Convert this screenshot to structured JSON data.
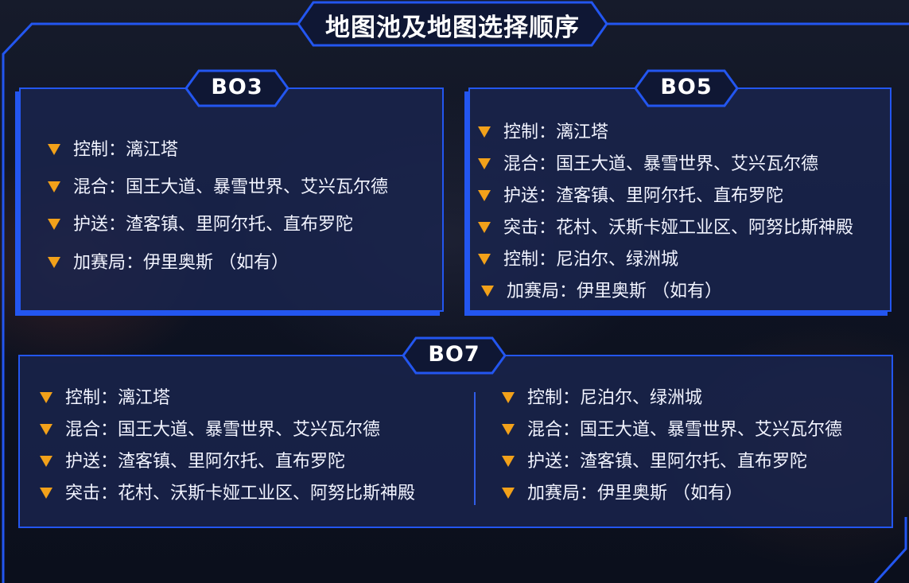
{
  "title": "地图池及地图选择顺序",
  "colors": {
    "accent": "#2356f0",
    "bullet": "#f2a11a",
    "panel": "#1a244e"
  },
  "icons": {
    "bullet": "triangle-down-icon"
  },
  "bo3": {
    "label": "BO3",
    "items": [
      "控制：漓江塔",
      "混合：国王大道、暴雪世界、艾兴瓦尔德",
      "护送：渣客镇、里阿尔托、直布罗陀",
      "加赛局：伊里奥斯 （如有）"
    ]
  },
  "bo5": {
    "label": "BO5",
    "items": [
      "控制：漓江塔",
      "混合：国王大道、暴雪世界、艾兴瓦尔德",
      "护送：渣客镇、里阿尔托、直布罗陀",
      "突击：花村、沃斯卡娅工业区、阿努比斯神殿",
      "控制：尼泊尔、绿洲城",
      "加赛局：伊里奥斯 （如有）"
    ]
  },
  "bo7": {
    "label": "BO7",
    "left_items": [
      "控制：漓江塔",
      "混合：国王大道、暴雪世界、艾兴瓦尔德",
      "护送：渣客镇、里阿尔托、直布罗陀",
      "突击：花村、沃斯卡娅工业区、阿努比斯神殿"
    ],
    "right_items": [
      "控制：尼泊尔、绿洲城",
      "混合：国王大道、暴雪世界、艾兴瓦尔德",
      "护送：渣客镇、里阿尔托、直布罗陀",
      "加赛局：伊里奥斯 （如有）"
    ]
  }
}
